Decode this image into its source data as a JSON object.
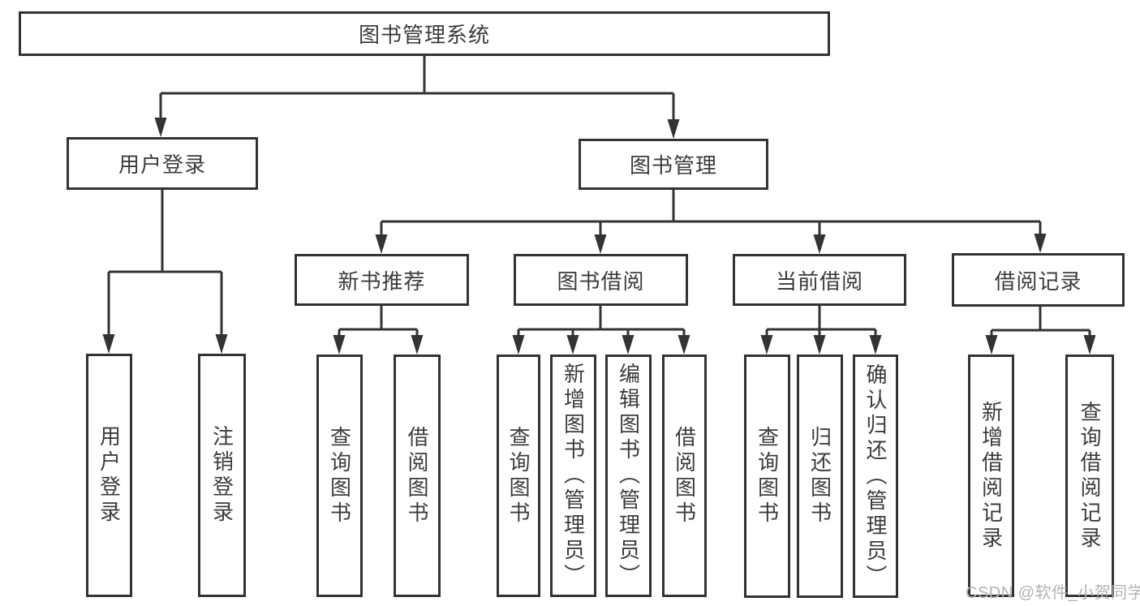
{
  "tree": {
    "label": "图书管理系统",
    "children": [
      {
        "label": "用户登录",
        "children": [
          {
            "label": "用户登录"
          },
          {
            "label": "注销登录"
          }
        ]
      },
      {
        "label": "图书管理",
        "children": [
          {
            "label": "新书推荐",
            "children": [
              {
                "label": "查询图书"
              },
              {
                "label": "借阅图书"
              }
            ]
          },
          {
            "label": "图书借阅",
            "children": [
              {
                "label": "查询图书"
              },
              {
                "label": "新增图书（管理员）"
              },
              {
                "label": "编辑图书（管理员）"
              },
              {
                "label": "借阅图书"
              }
            ]
          },
          {
            "label": "当前借阅",
            "children": [
              {
                "label": "查询图书"
              },
              {
                "label": "归还图书"
              },
              {
                "label": "确认归还（管理员）"
              }
            ]
          },
          {
            "label": "借阅记录",
            "children": [
              {
                "label": "新增借阅记录"
              },
              {
                "label": "查询借阅记录"
              }
            ]
          }
        ]
      }
    ]
  },
  "watermark": {
    "text": "CSDN @软件_小贺同学"
  },
  "colors": {
    "line": "#333333",
    "text": "#3c3c3c",
    "watermark": "#b3b3b3",
    "background": "#ffffff"
  }
}
